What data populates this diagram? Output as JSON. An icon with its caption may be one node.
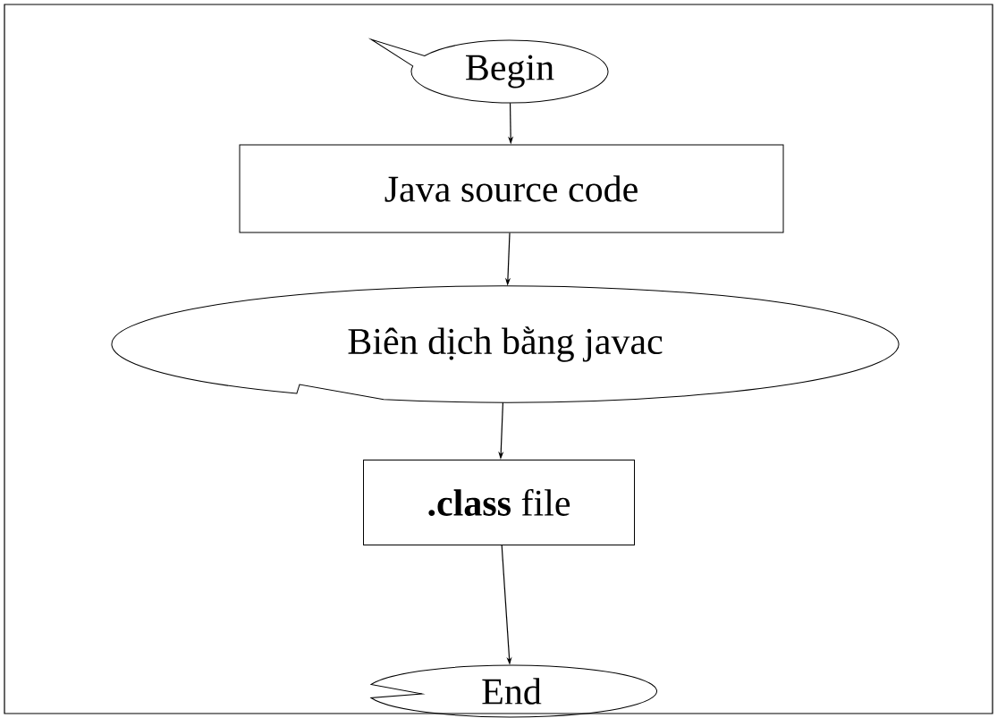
{
  "diagram": {
    "nodes": [
      {
        "text": [
          "Begin"
        ]
      },
      {
        "text": [
          "Java source code"
        ]
      },
      {
        "text": [
          "Biên dịch bằng javac"
        ]
      },
      {
        "text": [
          "**.class**  file"
        ]
      },
      {
        "text": [
          "End"
        ]
      }
    ],
    "edges": [
      {
        "from": 0,
        "to": 1,
        "arrow": "to"
      },
      {
        "from": 1,
        "to": 2,
        "arrow": "to"
      },
      {
        "from": 2,
        "to": 3,
        "arrow": "to"
      },
      {
        "from": 3,
        "to": 4,
        "arrow": "to"
      }
    ]
  }
}
